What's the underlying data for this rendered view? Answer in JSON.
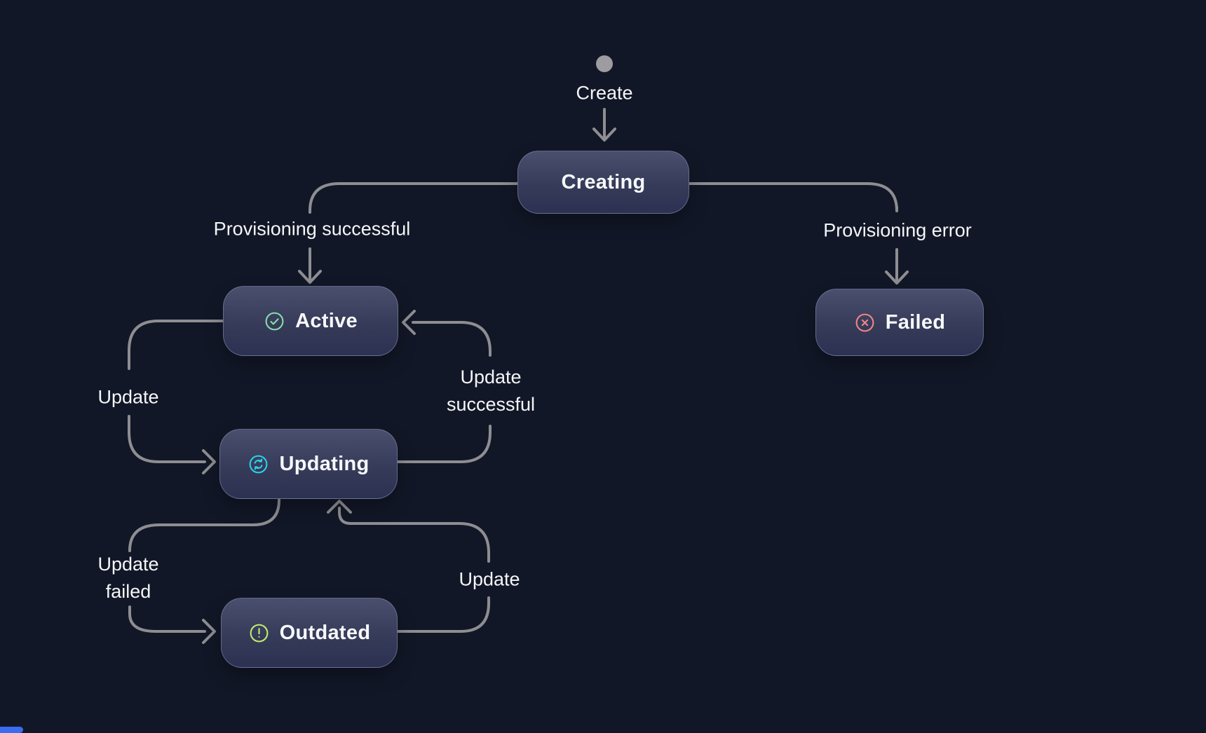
{
  "app": {
    "background_color": "#121727"
  },
  "diagram": {
    "type": "state-machine",
    "edge_color": "#8e8e92",
    "label_color": "#f5f6f8",
    "start": {
      "shape": "dot",
      "color": "#9c9ca1"
    },
    "nodes": [
      {
        "id": "creating",
        "label": "Creating",
        "icon": null,
        "icon_color": null
      },
      {
        "id": "active",
        "label": "Active",
        "icon": "check-circle-icon",
        "icon_color": "#86dfa9"
      },
      {
        "id": "failed",
        "label": "Failed",
        "icon": "x-circle-icon",
        "icon_color": "#f08686"
      },
      {
        "id": "updating",
        "label": "Updating",
        "icon": "sync-circle-icon",
        "icon_color": "#2bd2e8"
      },
      {
        "id": "outdated",
        "label": "Outdated",
        "icon": "alert-circle-icon",
        "icon_color": "#c3ee71"
      }
    ],
    "edges": [
      {
        "from": "start",
        "to": "creating",
        "label": "Create"
      },
      {
        "from": "creating",
        "to": "active",
        "label": "Provisioning successful"
      },
      {
        "from": "creating",
        "to": "failed",
        "label": "Provisioning error"
      },
      {
        "from": "active",
        "to": "updating",
        "label": "Update"
      },
      {
        "from": "updating",
        "to": "active",
        "label": "Update successful"
      },
      {
        "from": "updating",
        "to": "outdated",
        "label": "Update failed"
      },
      {
        "from": "outdated",
        "to": "updating",
        "label": "Update"
      }
    ],
    "scrollbar": {
      "thumb_color": "#3b6cf0"
    }
  }
}
